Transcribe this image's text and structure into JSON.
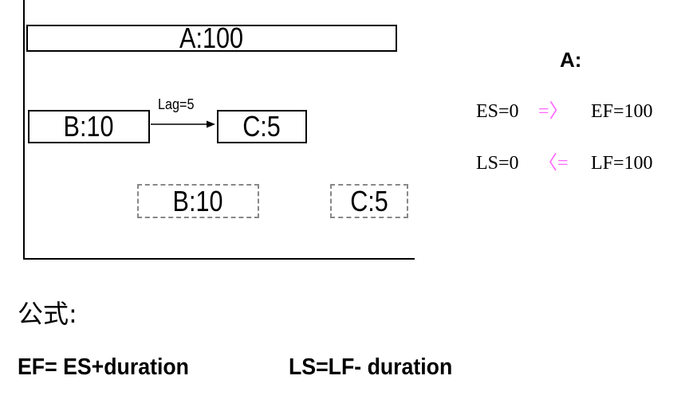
{
  "diagram": {
    "box_a": "A:100",
    "box_b": "B:10",
    "box_c": "C:5",
    "box_b_late": "B:10",
    "box_c_late": "C:5",
    "lag_label": "Lag=5"
  },
  "side_panel": {
    "title": "A:",
    "row1": {
      "left": "ES=0",
      "symbol": "=〉",
      "right": "EF=100"
    },
    "row2": {
      "left": "LS=0",
      "symbol": "〈=",
      "right": "LF=100"
    },
    "symbol_color": "#ff66ff"
  },
  "formulas": {
    "heading": "公式:",
    "ef": "EF= ES+duration",
    "ls": "LS=LF- duration"
  }
}
